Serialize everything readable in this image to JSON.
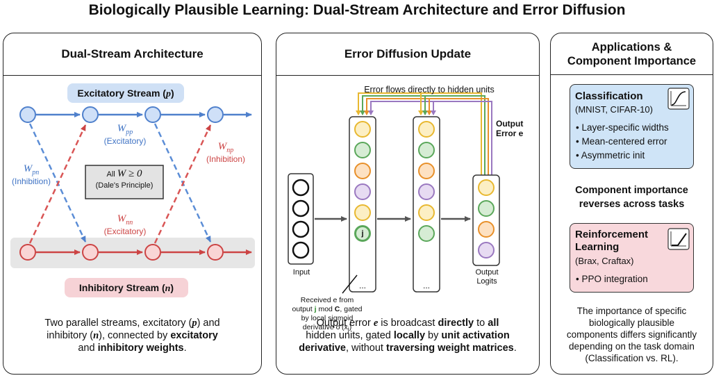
{
  "title": "Biologically Plausible Learning: Dual-Stream Architecture and Error Diffusion",
  "panel1": {
    "heading": "Dual-Stream Architecture",
    "excitatory_stream": "Excitatory Stream (",
    "excitatory_sym": "p",
    "inhibitory_stream": "Inhibitory Stream (",
    "inhibitory_sym": "n",
    "close_paren": ")",
    "w_pp": "W",
    "w_pp_sub": "pp",
    "w_pp_kind": "(Excitatory)",
    "w_pn": "W",
    "w_pn_sub": "pn",
    "w_pn_kind": "(Inhibition)",
    "w_np": "W",
    "w_np_sub": "np",
    "w_np_kind": "(Inhibition)",
    "w_nn": "W",
    "w_nn_sub": "nn",
    "w_nn_kind": "(Excitatory)",
    "dale_all": "All",
    "dale_expr": "W ≥ 0",
    "dale_name": "(Dale's Principle)",
    "caption_1": "Two parallel streams, excitatory (",
    "caption_p": "p",
    "caption_2": ") and",
    "caption_3": "inhibitory (",
    "caption_n": "n",
    "caption_4": "), connected by ",
    "caption_exc": "excitatory",
    "caption_5": "and ",
    "caption_inh": "inhibitory weights",
    "caption_6": "."
  },
  "panel2": {
    "heading": "Error Diffusion Update",
    "flow_label": "Error flows directly to hidden units",
    "output_error": "Output",
    "output_error_2": "Error e",
    "input_label": "Input",
    "output_logits": "Output",
    "output_logits_2": "Logits",
    "ellipsis": "...",
    "node_j": "j",
    "note_1": "Received e from",
    "note_2a": "output ",
    "note_2j": "j",
    "note_2b": " mod ",
    "note_2c": "C",
    "note_2d": ", gated",
    "note_3": "by local sigmoid",
    "note_4": "derivative σ′(x",
    "note_4_sub": "j",
    "note_4_end": ")",
    "caption_1": "Output error ",
    "caption_e": "e",
    "caption_2": " is broadcast ",
    "caption_directly": "directly",
    "caption_3": " to ",
    "caption_all": "all",
    "caption_4": "hidden units, gated ",
    "caption_locally": "locally",
    "caption_5": " by ",
    "caption_unit": "unit activation",
    "caption_deriv": "derivative",
    "caption_6": ", without ",
    "caption_trav": "traversing weight matrices",
    "caption_7": "."
  },
  "panel3": {
    "heading_1": "Applications &",
    "heading_2": "Component Importance",
    "classification_title": "Classification",
    "classification_sub": "(MNIST, CIFAR-10)",
    "classification_items": [
      "• Layer-specific widths",
      "• Mean-centered error",
      "• Asymmetric init"
    ],
    "reverses_1": "Component importance",
    "reverses_2": "reverses across tasks",
    "rl_title_1": "Reinforcement",
    "rl_title_2": "Learning",
    "rl_sub": "(Brax, Craftax)",
    "rl_items": [
      "• PPO integration"
    ],
    "caption_lines": [
      "The importance of specific",
      "biologically plausible",
      "components differs significantly",
      "depending on the task domain",
      "(Classification vs. RL)."
    ]
  },
  "colors": {
    "excitatory_blue": "#5b8dd6",
    "inhibitory_red": "#d95555",
    "yellow": "#e8b830",
    "green": "#5aa75a",
    "orange": "#e8902a",
    "purple": "#9a78c0",
    "classification_bg": "#cfe4f7",
    "rl_bg": "#f8d8dc"
  }
}
